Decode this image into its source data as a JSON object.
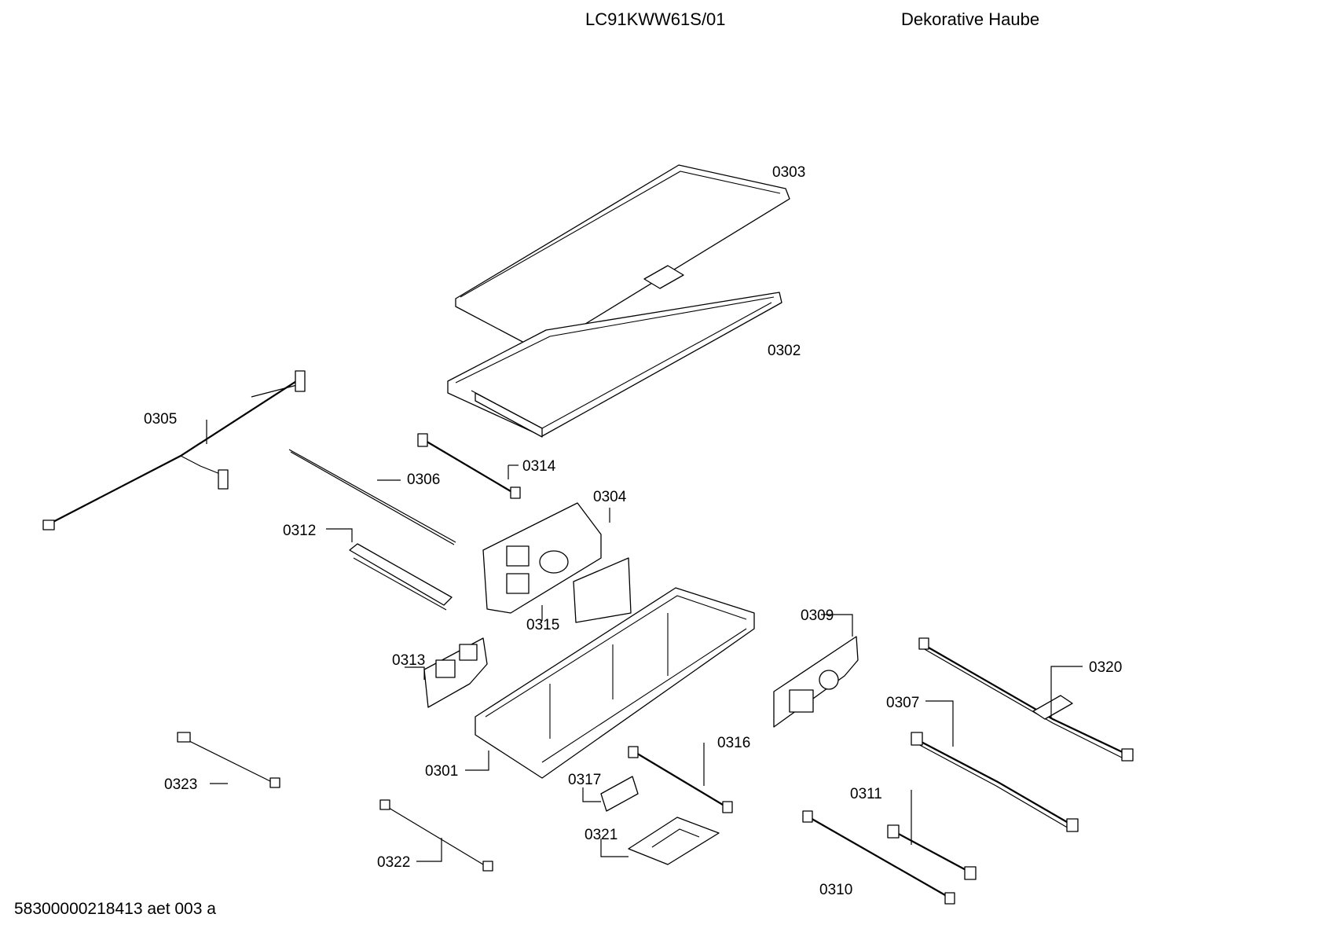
{
  "header": {
    "model": "LC91KWW61S/01",
    "description": "Dekorative Haube"
  },
  "footer": {
    "doc_id": "58300000218413 aet 003 a"
  },
  "parts": {
    "p0301": "0301",
    "p0302": "0302",
    "p0303": "0303",
    "p0304": "0304",
    "p0305": "0305",
    "p0306": "0306",
    "p0307": "0307",
    "p0309": "0309",
    "p0310": "0310",
    "p0311": "0311",
    "p0312": "0312",
    "p0313": "0313",
    "p0314": "0314",
    "p0315": "0315",
    "p0316": "0316",
    "p0317": "0317",
    "p0320": "0320",
    "p0321": "0321",
    "p0322": "0322",
    "p0323": "0323"
  }
}
